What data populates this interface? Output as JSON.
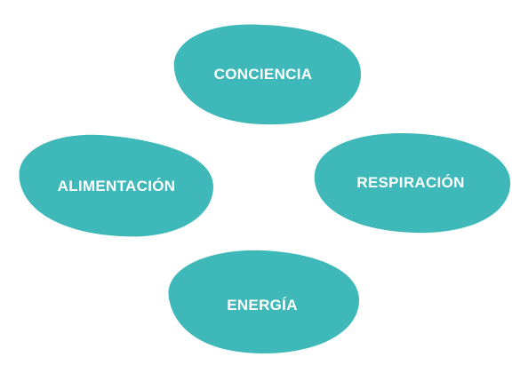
{
  "diagram": {
    "colors": {
      "background": "#ffffff",
      "blob_fill": "#3eb8b8",
      "label_text": "#ffffff"
    },
    "nodes": [
      {
        "id": "conciencia",
        "label": "CONCIENCIA"
      },
      {
        "id": "alimentacion",
        "label": "ALIMENTACIÓN"
      },
      {
        "id": "respiracion",
        "label": "RESPIRACIÓN"
      },
      {
        "id": "energia",
        "label": "ENERGÍA"
      }
    ]
  }
}
